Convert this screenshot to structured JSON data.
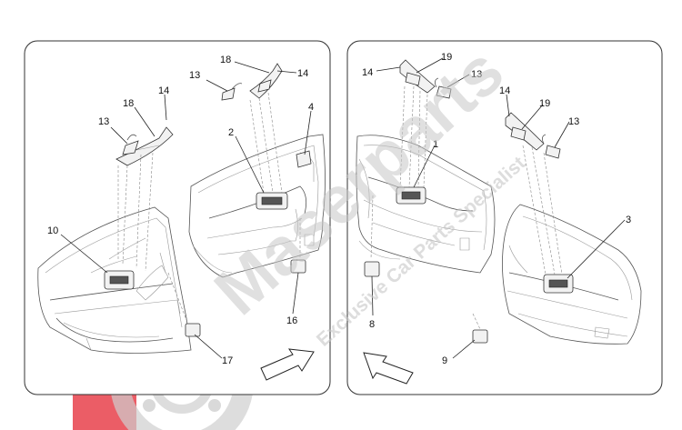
{
  "watermark": {
    "brand": "Maserparts",
    "tagline": "Exclusive Car Parts Specialist",
    "logo_colors": {
      "red": "#e8414b",
      "grey": "#bfbfbf"
    }
  },
  "left_panel": {
    "callouts": [
      "18",
      "14",
      "13",
      "18",
      "14",
      "13",
      "2",
      "4",
      "10",
      "16",
      "17"
    ]
  },
  "right_panel": {
    "callouts": [
      "14",
      "19",
      "13",
      "14",
      "19",
      "13",
      "1",
      "3",
      "8",
      "9"
    ]
  }
}
